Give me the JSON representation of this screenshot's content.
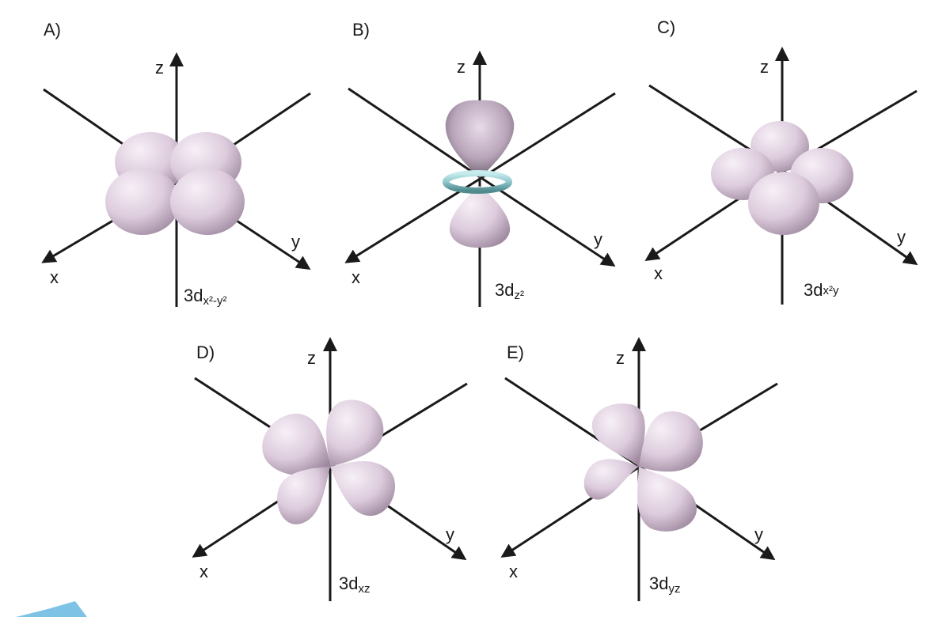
{
  "panels": [
    {
      "id": "A",
      "label": "A)",
      "axes": {
        "x": "x",
        "y": "y",
        "z": "z"
      },
      "orbital": {
        "main": "3d",
        "sub": "x²-y²"
      },
      "type": "dx2y2"
    },
    {
      "id": "B",
      "label": "B)",
      "axes": {
        "x": "x",
        "y": "y",
        "z": "z"
      },
      "orbital": {
        "main": "3d",
        "sub": "z²"
      },
      "type": "dz2"
    },
    {
      "id": "C",
      "label": "C)",
      "axes": {
        "x": "x",
        "y": "y",
        "z": "z"
      },
      "orbital": {
        "main": "3d",
        "sub": "x²y"
      },
      "type": "dxy"
    },
    {
      "id": "D",
      "label": "D)",
      "axes": {
        "x": "x",
        "y": "y",
        "z": "z"
      },
      "orbital": {
        "main": "3d",
        "sub": "xz"
      },
      "type": "dxz"
    },
    {
      "id": "E",
      "label": "E)",
      "axes": {
        "x": "x",
        "y": "y",
        "z": "z"
      },
      "orbital": {
        "main": "3d",
        "sub": "yz"
      },
      "type": "dyz"
    }
  ],
  "colors": {
    "lobe_light": "#efe4ef",
    "lobe_mid": "#d6c3d6",
    "lobe_dark": "#8f7a90",
    "ring": "#9fd3d6",
    "axis": "#1a1a1a"
  }
}
